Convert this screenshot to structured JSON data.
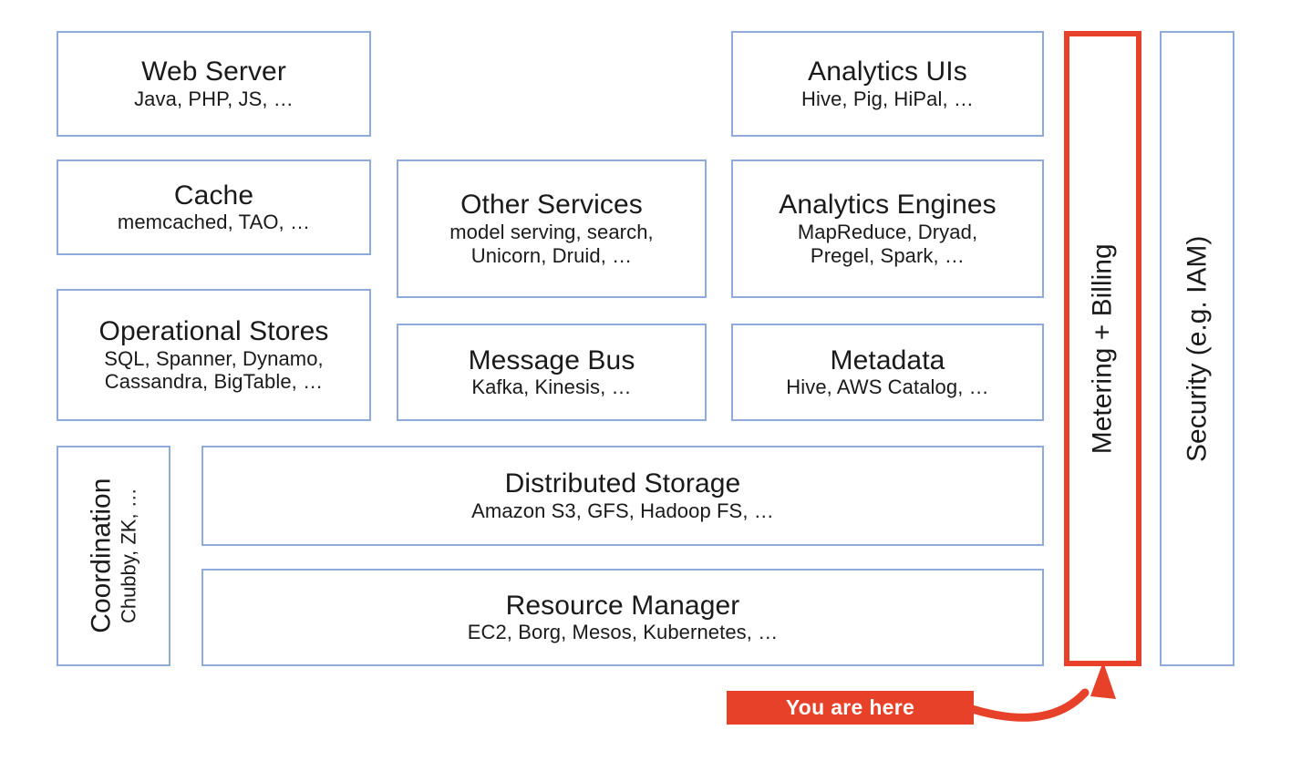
{
  "colors": {
    "box_border": "#8faadc",
    "highlight": "#e8412a",
    "text": "#1a1a1a",
    "background": "#ffffff"
  },
  "diagram": {
    "type": "layered-architecture-stack",
    "boxes": [
      {
        "id": "web-server",
        "title": "Web Server",
        "sub": [
          "Java, PHP, JS, …"
        ],
        "column": 1,
        "row": 1,
        "orientation": "horizontal",
        "highlighted": false
      },
      {
        "id": "cache",
        "title": "Cache",
        "sub": [
          "memcached, TAO, …"
        ],
        "column": 1,
        "row": 2,
        "orientation": "horizontal",
        "highlighted": false
      },
      {
        "id": "operational-stores",
        "title": "Operational Stores",
        "sub": [
          "SQL, Spanner, Dynamo,",
          "Cassandra, BigTable, …"
        ],
        "column": 1,
        "row": 3,
        "orientation": "horizontal",
        "highlighted": false
      },
      {
        "id": "other-services",
        "title": "Other Services",
        "sub": [
          "model serving, search,",
          "Unicorn, Druid, …"
        ],
        "column": 2,
        "row": 2,
        "orientation": "horizontal",
        "highlighted": false
      },
      {
        "id": "message-bus",
        "title": "Message Bus",
        "sub": [
          "Kafka, Kinesis, …"
        ],
        "column": 2,
        "row": 3,
        "orientation": "horizontal",
        "highlighted": false
      },
      {
        "id": "analytics-uis",
        "title": "Analytics UIs",
        "sub": [
          "Hive, Pig, HiPal, …"
        ],
        "column": 3,
        "row": 1,
        "orientation": "horizontal",
        "highlighted": false
      },
      {
        "id": "analytics-engines",
        "title": "Analytics Engines",
        "sub": [
          "MapReduce, Dryad,",
          "Pregel, Spark, …"
        ],
        "column": 3,
        "row": 2,
        "orientation": "horizontal",
        "highlighted": false
      },
      {
        "id": "metadata",
        "title": "Metadata",
        "sub": [
          "Hive, AWS Catalog, …"
        ],
        "column": 3,
        "row": 3,
        "orientation": "horizontal",
        "highlighted": false
      },
      {
        "id": "coordination",
        "title": "Coordination",
        "sub": [
          "Chubby, ZK, …"
        ],
        "column": 1,
        "row": 4,
        "orientation": "vertical",
        "highlighted": false
      },
      {
        "id": "distributed-storage",
        "title": "Distributed Storage",
        "sub": [
          "Amazon S3, GFS, Hadoop FS, …"
        ],
        "column": "2-3",
        "row": 4,
        "orientation": "horizontal",
        "highlighted": false
      },
      {
        "id": "resource-manager",
        "title": "Resource Manager",
        "sub": [
          "EC2, Borg, Mesos, Kubernetes, …"
        ],
        "column": "2-3",
        "row": 5,
        "orientation": "horizontal",
        "highlighted": false
      },
      {
        "id": "metering-billing",
        "title": "Metering + Billing",
        "sub": [],
        "column": 4,
        "row": "full",
        "orientation": "vertical",
        "highlighted": true
      },
      {
        "id": "security",
        "title": "Security (e.g. IAM)",
        "sub": [],
        "column": 5,
        "row": "full",
        "orientation": "vertical",
        "highlighted": false
      }
    ],
    "annotation": {
      "label": "You are here",
      "points_to": "metering-billing",
      "style": "red-badge-with-curved-arrow"
    }
  }
}
